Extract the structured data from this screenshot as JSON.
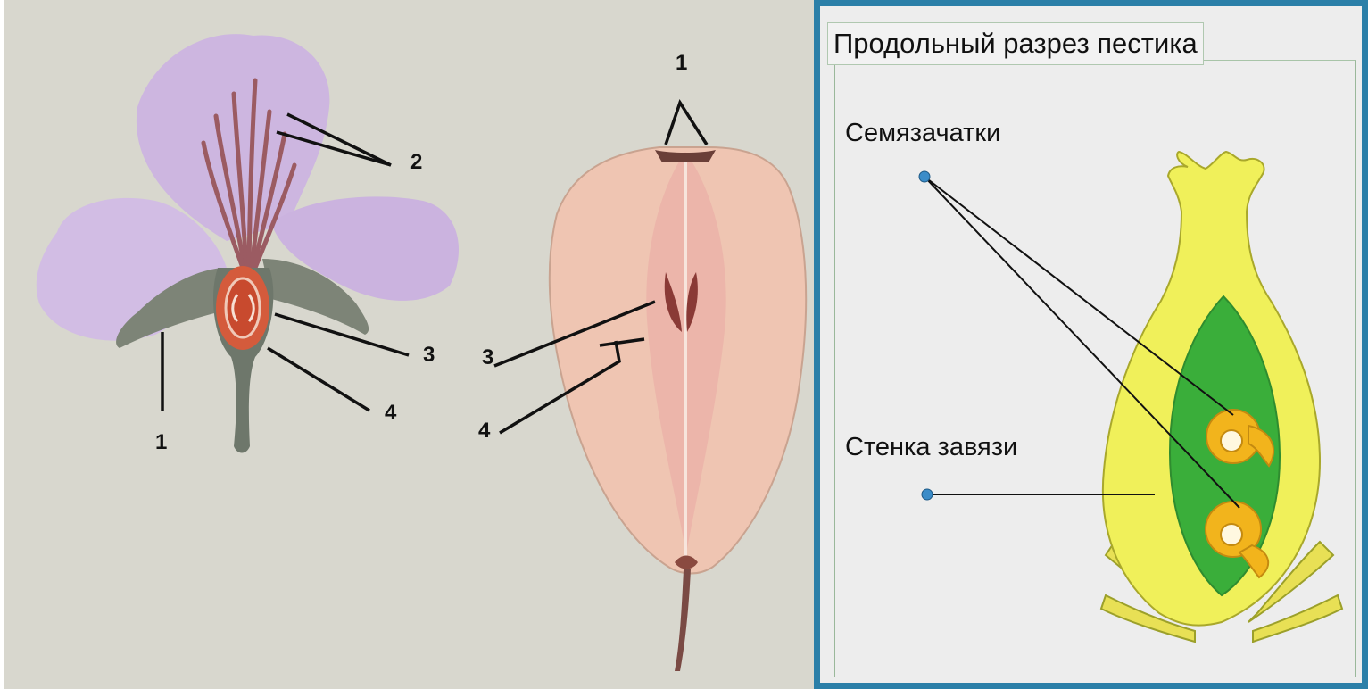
{
  "flower": {
    "labels": [
      "1",
      "2",
      "3",
      "4"
    ]
  },
  "fruit": {
    "labels": [
      "1",
      "3",
      "4"
    ]
  },
  "pistil_panel": {
    "title": "Продольный разрез пестика",
    "ovules_label": "Семязачатки",
    "ovary_wall_label": "Стенка завязи"
  },
  "colors": {
    "left_background": "#d8d7ce",
    "panel_border": "#2b7fa8",
    "petal": "#cdb6e0",
    "fruit_flesh": "#f0c4b0",
    "pistil_yellow": "#f0f05a",
    "ovary_green": "#3aae3a",
    "ovule_orange": "#f2b41c"
  }
}
